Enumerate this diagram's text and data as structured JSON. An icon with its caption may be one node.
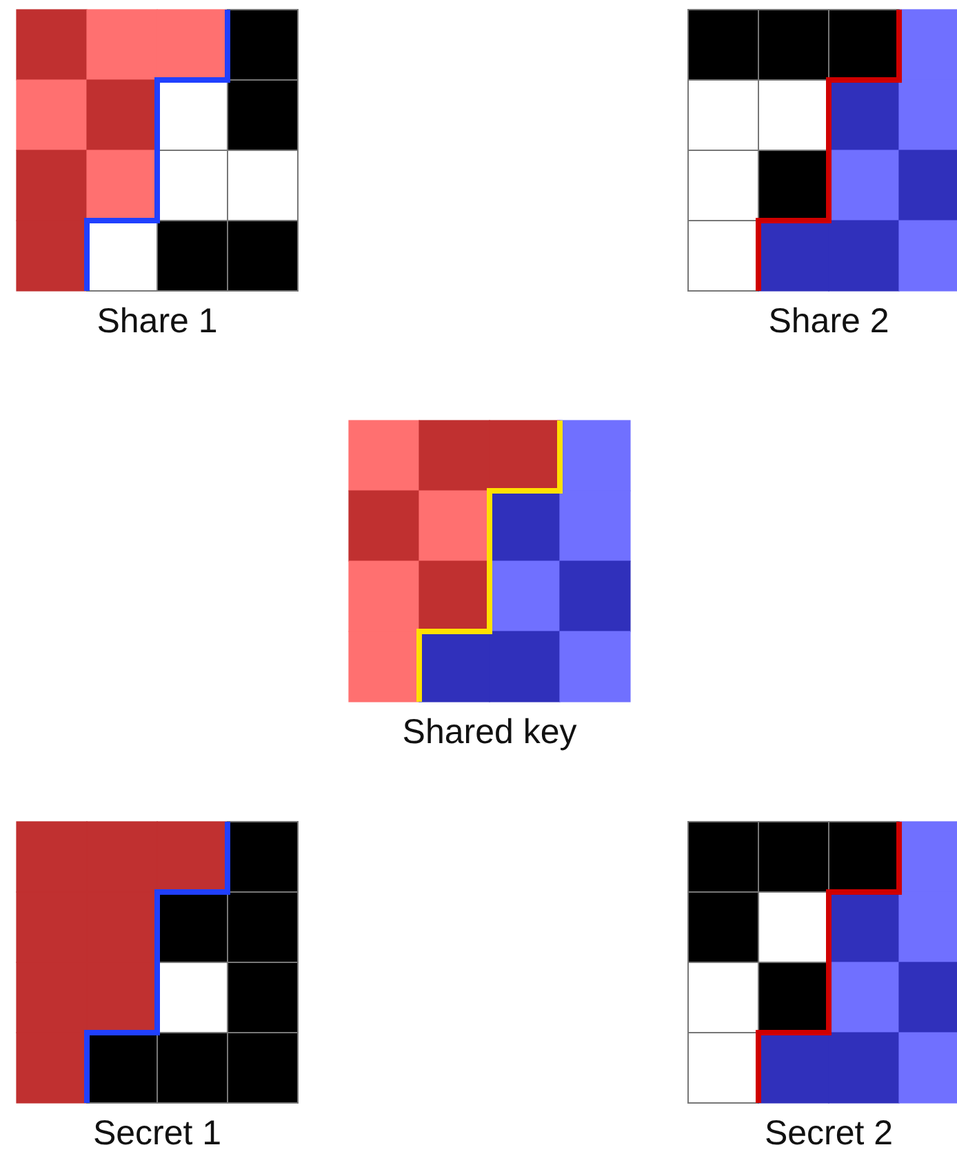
{
  "diagram": {
    "nodes": [
      {
        "text": [
          "Share 1"
        ]
      },
      {
        "text": [
          "Share 2"
        ]
      },
      {
        "text": [
          "Shared key"
        ]
      },
      {
        "text": [
          "Secret 1"
        ]
      },
      {
        "text": [
          "Secret 2"
        ]
      }
    ]
  }
}
